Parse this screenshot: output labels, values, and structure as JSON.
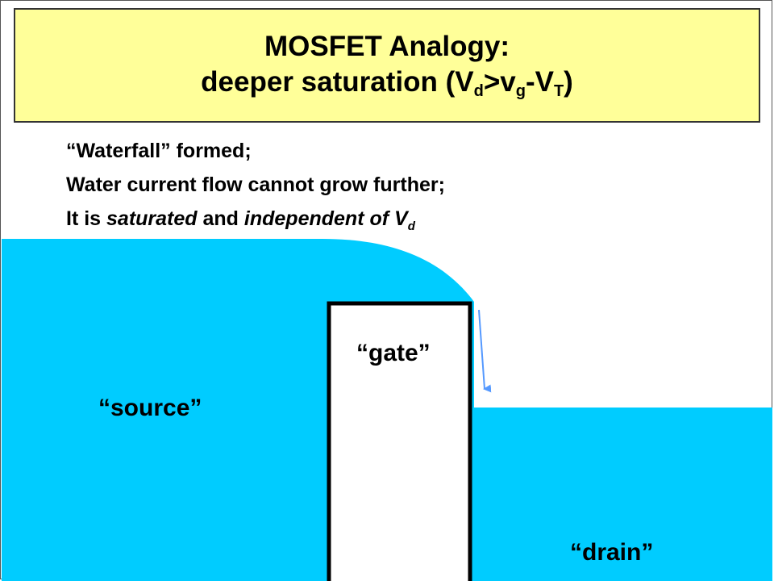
{
  "title": {
    "line1": "MOSFET Analogy:",
    "line2_prefix": "deeper saturation (V",
    "line2_sub1": "d",
    "line2_mid1": ">v",
    "line2_sub2": "g",
    "line2_mid2": "-V",
    "line2_sub3": "T",
    "line2_suffix": ")"
  },
  "bullets": {
    "line1": "“Waterfall” formed;",
    "line2": "Water current flow cannot grow further;",
    "line3_prefix": "It is ",
    "line3_em1": "saturated",
    "line3_mid": " and ",
    "line3_em2": "independent of V",
    "line3_sub": "d"
  },
  "labels": {
    "source": "“source”",
    "gate": "“gate”",
    "drain": "“drain”"
  },
  "colors": {
    "water": "#00ccff",
    "title_bg": "#ffff99",
    "arrow": "#5599ff"
  }
}
